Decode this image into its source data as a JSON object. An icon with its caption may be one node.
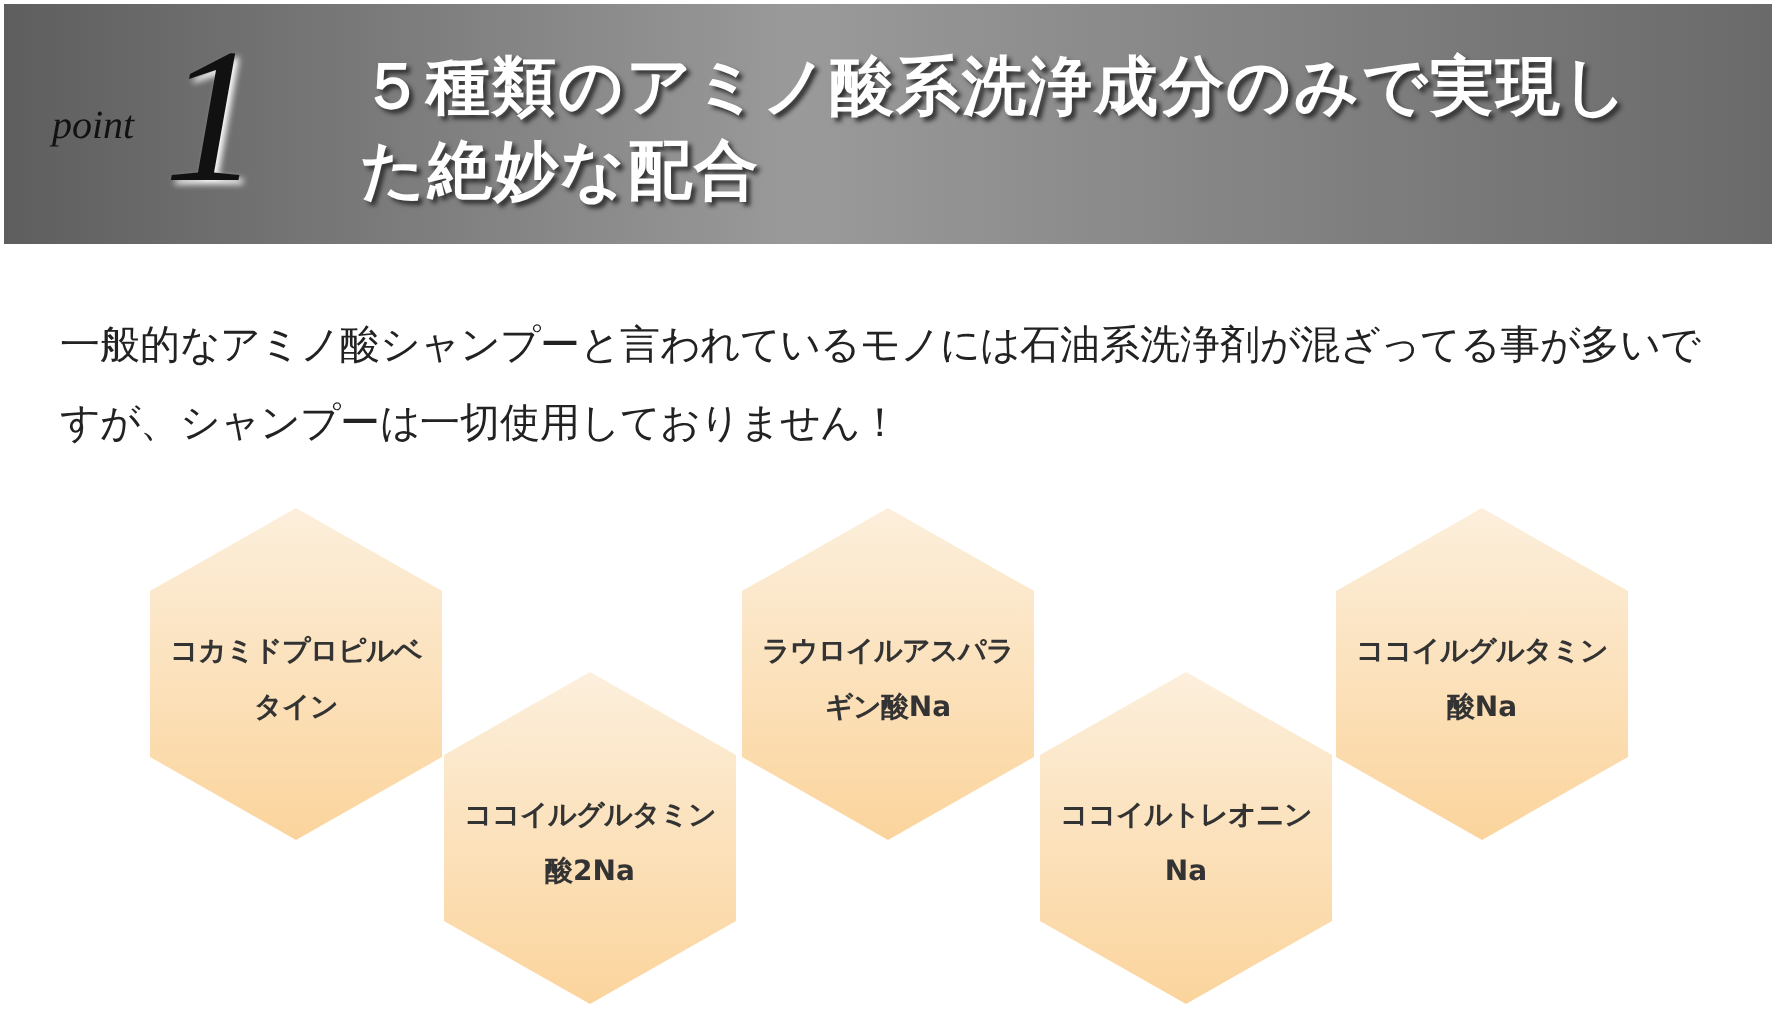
{
  "diagram": {
    "title": "５種類のアミノ酸系洗浄成分のみで実現した絶妙な配合",
    "nodes": [
      {
        "text": [
          "コカミドプロピルベタイン"
        ]
      },
      {
        "text": [
          "ココイルグルタミン酸2Na"
        ]
      },
      {
        "text": [
          "ラウロイルアスパラギン酸Na"
        ]
      },
      {
        "text": [
          "ココイルトレオニンNa"
        ]
      },
      {
        "text": [
          "ココイルグルタミン酸Na"
        ]
      }
    ],
    "labels": [
      "point",
      "1",
      "一般的なアミノ酸シャンプーと言われているモノには石油系洗浄剤が混ざってる事が多いですが、シャンプーは一切使用しておりません！"
    ]
  }
}
